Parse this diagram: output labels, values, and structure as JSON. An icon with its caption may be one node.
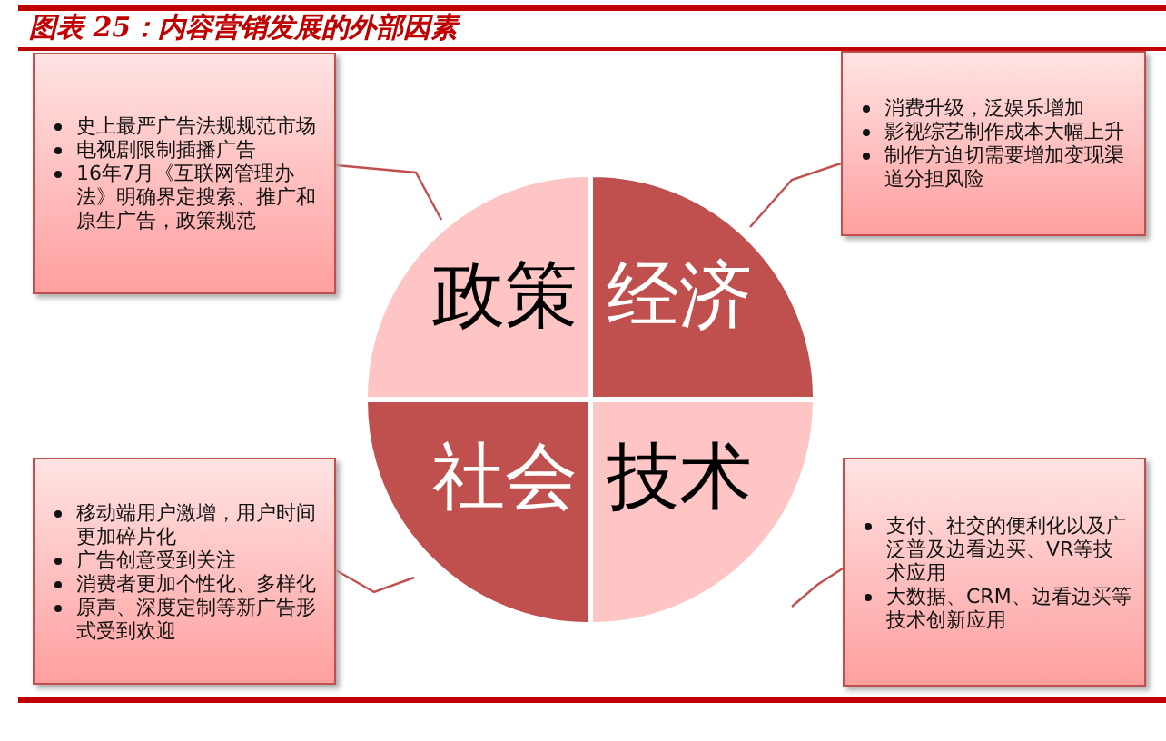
{
  "diagram": {
    "title": "图表 25：内容营销发展的外部因素",
    "nodes": [
      {
        "text": [
          "史上最严广告法规规范市场",
          "电视剧限制插播广告",
          "16年7月《互联网管理办法》明确界定搜索、推广和原生广告，政策规范"
        ]
      },
      {
        "text": [
          "消费升级，泛娱乐增加",
          "影视综艺制作成本大幅上升",
          "制作方迫切需要增加变现渠道分担风险"
        ]
      },
      {
        "text": [
          "政策"
        ]
      },
      {
        "text": [
          "经济"
        ]
      },
      {
        "text": [
          "社会"
        ]
      },
      {
        "text": [
          "技术"
        ]
      },
      {
        "text": [
          "移动端用户激增，用户时间更加碎片化",
          "广告创意受到关注",
          "消费者更加个性化、多样化",
          "原声、深度定制等新广告形式受到欢迎"
        ]
      },
      {
        "text": [
          "支付、社交的便利化以及广泛普及边看边买、VR等技术应用",
          "大数据、CRM、边看边买等技术创新应用"
        ]
      }
    ],
    "edges": [
      {
        "from": 0,
        "to": 2,
        "arrow": "none"
      },
      {
        "from": 1,
        "to": 3,
        "arrow": "none"
      },
      {
        "from": 6,
        "to": 4,
        "arrow": "none"
      },
      {
        "from": 7,
        "to": 5,
        "arrow": "none"
      }
    ]
  }
}
